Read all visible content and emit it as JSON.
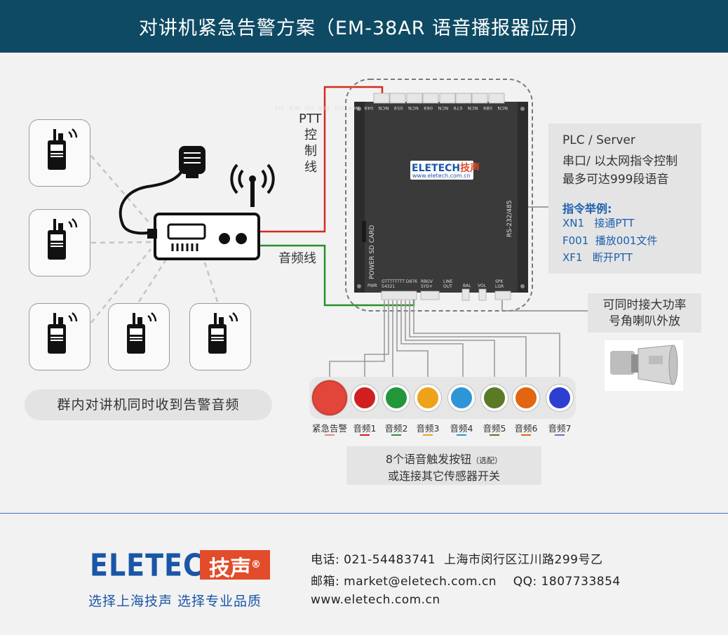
{
  "header": {
    "title": "对讲机紧急告警方案（EM-38AR 语音播报器应用）"
  },
  "colors": {
    "header_bg": "#0e4a63",
    "ptt_wire": "#d42a1f",
    "audio_wire": "#2a8f2a",
    "brand_blue": "#1a56a8",
    "brand_red": "#e24c2a"
  },
  "radios": {
    "caption": "群内对讲机同时收到告警音频"
  },
  "wires": {
    "ptt_label": [
      "PTT",
      "控",
      "制",
      "线"
    ],
    "audio_label": "音频线"
  },
  "device": {
    "logo": "ELETECH",
    "logo_cn": "技声",
    "url": "www.eletech.com.cn",
    "side_port": "RS-232/485",
    "side_left": "POWER  SD CARD",
    "top_terminals": [
      "NCN 019",
      "NCN 029",
      "NCN 039",
      "NCN 049",
      "NCN 059",
      "NCN 069",
      "NCN 079",
      "NCN 089"
    ],
    "bottom_labels": [
      "PWR",
      "GTTTTTTTT D87654321",
      "RBGV SYD+",
      "LINE OUT",
      "BAL",
      "VOL",
      "SPK LGR"
    ]
  },
  "plc_panel": {
    "line1": "PLC / Server",
    "line2": "串口/ 以太网指令控制",
    "line3": "最多可达999段语音",
    "heading": "指令举例:",
    "commands": [
      "XN1   接通PTT",
      "F001  播放001文件",
      "XF1   断开PTT"
    ]
  },
  "horn_panel": {
    "lines": [
      "可同时接大功率",
      "号角喇叭外放"
    ]
  },
  "buttons": {
    "items": [
      {
        "label": "紧急告警",
        "color": "#e2463a",
        "underline": "#e08a80"
      },
      {
        "label": "音频1",
        "color": "#d11f1f",
        "underline": "#d11f1f"
      },
      {
        "label": "音频2",
        "color": "#22963a",
        "underline": "#22963a"
      },
      {
        "label": "音频3",
        "color": "#f0a11a",
        "underline": "#f0a11a"
      },
      {
        "label": "音频4",
        "color": "#2e96d6",
        "underline": "#2e96d6"
      },
      {
        "label": "音频5",
        "color": "#5a7a26",
        "underline": "#5a7a26"
      },
      {
        "label": "音频6",
        "color": "#e2650f",
        "underline": "#e2650f"
      },
      {
        "label": "音频7",
        "color": "#2d3fd0",
        "underline": "#6a6ad6"
      }
    ],
    "caption_line1": "8个语音触发按钮",
    "caption_optional": "（选配）",
    "caption_line2": "或连接其它传感器开关"
  },
  "footer": {
    "logo": "ELETECH",
    "logo_cn": "技声",
    "logo_mark": "®",
    "slogan": "选择上海技声 选择专业品质",
    "phone": "电话: 021-54483741  上海市闵行区江川路299号乙",
    "email": "邮箱: market@eletech.com.cn    QQ: 1807733854",
    "web": "www.eletech.com.cn"
  }
}
